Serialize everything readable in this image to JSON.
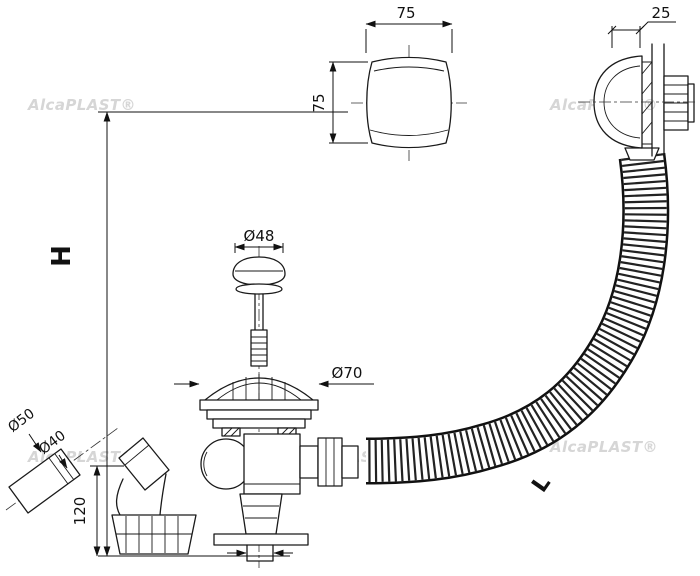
{
  "watermark": {
    "text": "AlcaPLAST®"
  },
  "dimensions": {
    "knob_width": "75",
    "knob_height": "75",
    "overflow_offset": "25",
    "install_height": "H",
    "plug_diameter": "Ø48",
    "flange_diameter": "Ø70",
    "socket_outer_diameter": "Ø50",
    "socket_inner_diameter": "Ø40",
    "elbow_height": "120",
    "hose_length": "L"
  },
  "colors": {
    "line": "#1a1a1a",
    "watermark": "#d6d6d6",
    "background": "#ffffff"
  }
}
